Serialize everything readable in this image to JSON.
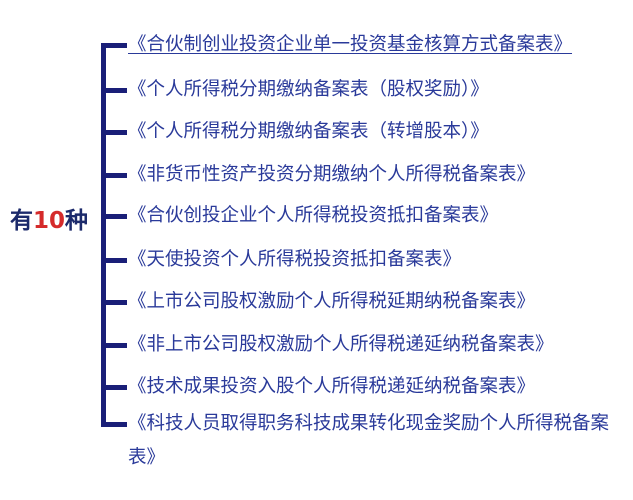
{
  "diagram": {
    "root": {
      "prefix": "有",
      "number": "10",
      "suffix": "种",
      "number_color": "#d52b2b",
      "text_color": "#1c2a6b"
    },
    "line_color": "#1a1f78",
    "item_color": "#2a3a9a",
    "items": [
      {
        "label": "《合伙制创业投资企业单一投资基金核算方式备案表》"
      },
      {
        "label": "《个人所得税分期缴纳备案表（股权奖励）》"
      },
      {
        "label": "《个人所得税分期缴纳备案表（转增股本）》"
      },
      {
        "label": "《非货币性资产投资分期缴纳个人所得税备案表》"
      },
      {
        "label": "《合伙创投企业个人所得税投资抵扣备案表》"
      },
      {
        "label": "《天使投资个人所得税投资抵扣备案表》"
      },
      {
        "label": "《上市公司股权激励个人所得税延期纳税备案表》"
      },
      {
        "label": "《非上市公司股权激励个人所得税递延纳税备案表》"
      },
      {
        "label": "《技术成果投资入股个人所得税递延纳税备案表》"
      },
      {
        "label": "《科技人员取得职务科技成果转化现金奖励个人所得税备案表》"
      }
    ]
  }
}
